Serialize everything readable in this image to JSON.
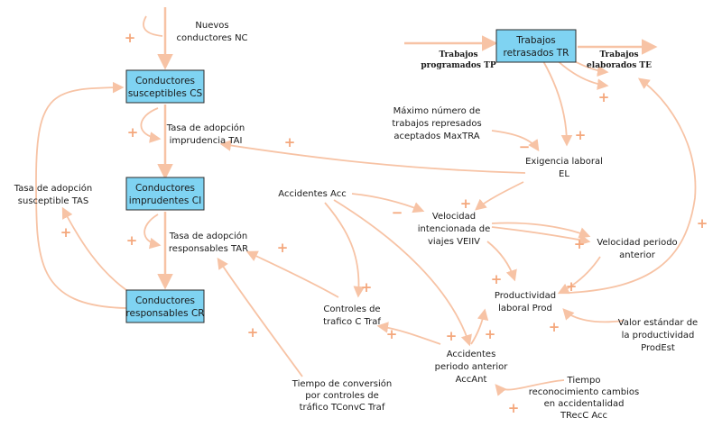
{
  "stocks": {
    "nc_label": [
      "Conductores",
      "susceptibles CS"
    ],
    "ci_label": [
      "Conductores",
      "imprudentes CI"
    ],
    "cr_label": [
      "Conductores",
      "responsables CR"
    ],
    "tr_label": [
      "Trabajos",
      "retrasados TR"
    ]
  },
  "variables": {
    "nuevos_nc": [
      "Nuevos",
      "conductores NC"
    ],
    "tai": [
      "Tasa de adopción",
      "imprudencia TAI"
    ],
    "tas": [
      "Tasa de adopción",
      "susceptible TAS"
    ],
    "tar": [
      "Tasa de adopción",
      "responsables TAR"
    ],
    "tp": [
      "Trabajos",
      "programados TP"
    ],
    "te": [
      "Trabajos",
      "elaborados TE"
    ],
    "maxtra": [
      "Máximo número de",
      "trabajos represados",
      "aceptados MaxTRA"
    ],
    "el": [
      "Exigencia laboral",
      "EL"
    ],
    "acc": [
      "Accidentes Acc"
    ],
    "veiiv": [
      "Velocidad",
      "intencionada de",
      "viajes VEIIV"
    ],
    "vel_ant": [
      "Velocidad periodo",
      "anterior"
    ],
    "prod": [
      "Productividad",
      "laboral Prod"
    ],
    "ctraf": [
      "Controles de",
      "trafico C Traf"
    ],
    "accant": [
      "Accidentes",
      "periodo anterior",
      "AccAnt"
    ],
    "prodest": [
      "Valor estándar de",
      "la productividad",
      "ProdEst"
    ],
    "trecacc": [
      "Tiempo",
      "reconocimiento cambios",
      "en accidentalidad",
      "TRecC Acc"
    ],
    "tconv": [
      "Tiempo de conversión",
      "por controles de",
      "tráfico TConvC Traf"
    ]
  },
  "signs": {
    "plus": "+",
    "minus": "−"
  },
  "colors": {
    "stock_fill": "#7fd3f2",
    "arrow": "#f7c3a5",
    "sign": "#f4a77c"
  }
}
